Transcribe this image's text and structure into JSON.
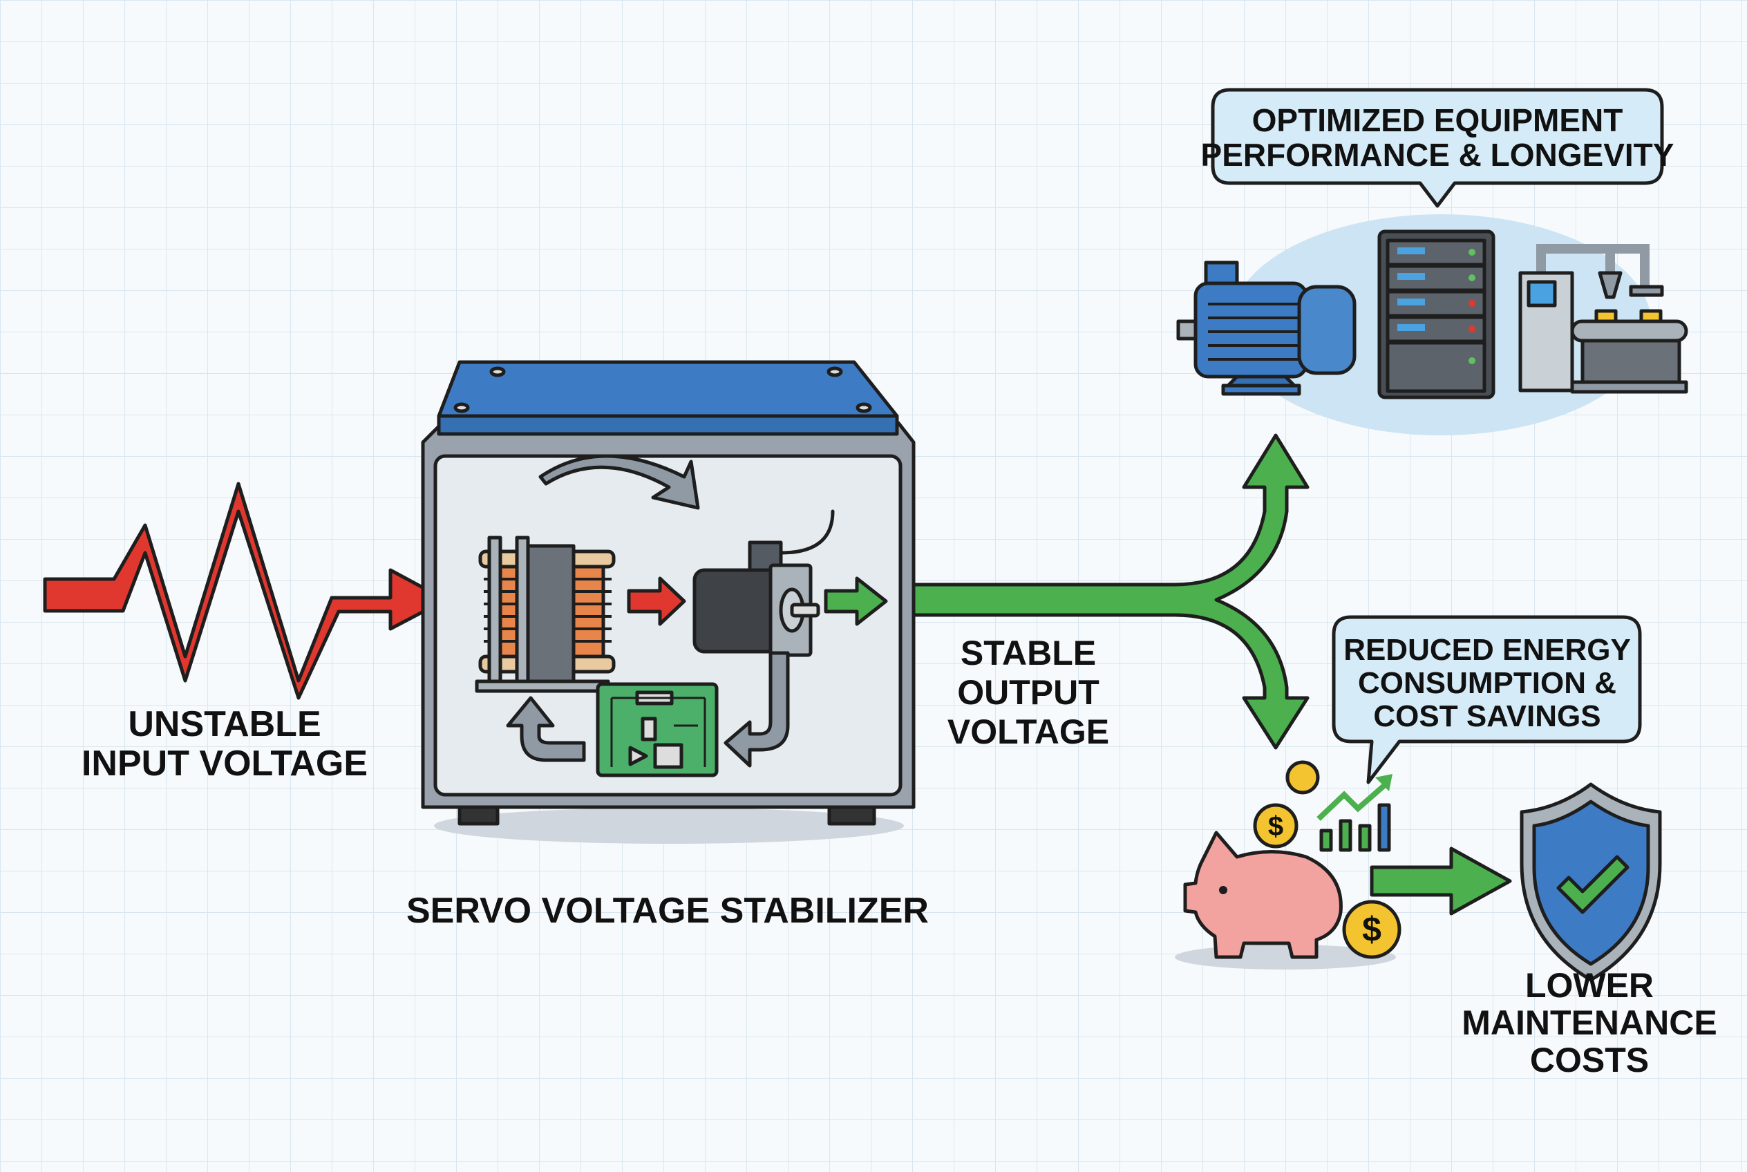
{
  "labels": {
    "input": [
      "UNSTABLE",
      "INPUT VOLTAGE"
    ],
    "device": "SERVO VOLTAGE STABILIZER",
    "output": [
      "STABLE",
      "OUTPUT",
      "VOLTAGE"
    ],
    "benefit_equipment": [
      "OPTIMIZED EQUIPMENT",
      "PERFORMANCE & LONGEVITY"
    ],
    "benefit_energy": [
      "REDUCED ENERGY",
      "CONSUMPTION &",
      "COST SAVINGS"
    ],
    "benefit_maintenance": [
      "LOWER",
      "MAINTENANCE",
      "COSTS"
    ]
  },
  "icons": [
    "zigzag-voltage-arrow",
    "stabilizer-cabinet",
    "transformer-coil",
    "servo-motor",
    "control-circuit-board",
    "electric-motor",
    "server-rack",
    "industrial-machine",
    "piggy-bank",
    "dollar-coin",
    "growth-chart",
    "shield-check"
  ],
  "colors": {
    "unstable": "#e0382f",
    "stable": "#4cb04f",
    "lid": "#3d7cc4",
    "bubble": "#d5ebf7",
    "grid": "#d9e6ef",
    "coin": "#f4c430",
    "pig": "#f2a3a0"
  }
}
